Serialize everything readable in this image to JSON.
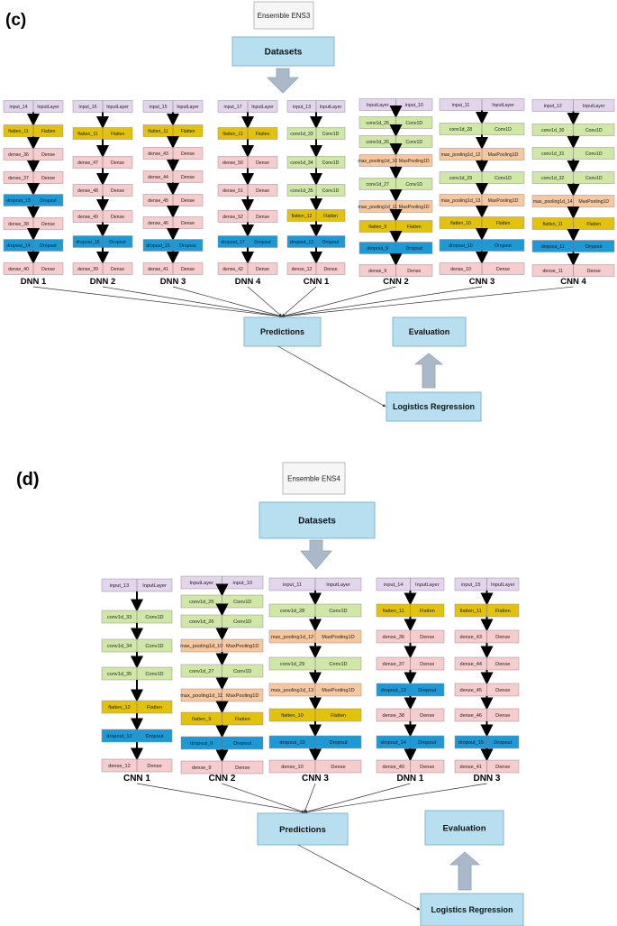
{
  "panels": [
    {
      "letter": "(c)",
      "ensemble": "Ensemble ENS3",
      "datasets": "Datasets",
      "predictions": "Predictions",
      "evaluation": "Evaluation",
      "logistics": "Logistics Regression",
      "models": [
        {
          "name": "DNN 1",
          "layers": [
            [
              "input_14",
              "InputLayer",
              "in"
            ],
            [
              "flatten_11",
              "Flatten",
              "fl"
            ],
            [
              "dense_36",
              "Dense",
              "de"
            ],
            [
              "dense_37",
              "Dense",
              "de"
            ],
            [
              "dropout_13",
              "Dropout",
              "dr"
            ],
            [
              "dense_38",
              "Dense",
              "de"
            ],
            [
              "dropout_14",
              "Dropout",
              "dr"
            ],
            [
              "dense_40",
              "Dense",
              "de"
            ]
          ]
        },
        {
          "name": "DNN 2",
          "layers": [
            [
              "input_16",
              "InputLayer",
              "in"
            ],
            [
              "flatten_11",
              "Flatten",
              "fl"
            ],
            [
              "dense_47",
              "Dense",
              "de"
            ],
            [
              "dense_48",
              "Dense",
              "de"
            ],
            [
              "dense_49",
              "Dense",
              "de"
            ],
            [
              "dropout_16",
              "Dropout",
              "dr"
            ],
            [
              "dense_39",
              "Dense",
              "de"
            ]
          ]
        },
        {
          "name": "DNN 3",
          "layers": [
            [
              "input_15",
              "InputLayer",
              "in"
            ],
            [
              "flatten_11",
              "Flatten",
              "fl"
            ],
            [
              "dense_43",
              "Dense",
              "de"
            ],
            [
              "dense_44",
              "Dense",
              "de"
            ],
            [
              "dense_45",
              "Dense",
              "de"
            ],
            [
              "dense_46",
              "Dense",
              "de"
            ],
            [
              "dropout_15",
              "Dropout",
              "dr"
            ],
            [
              "dense_41",
              "Dense",
              "de"
            ]
          ]
        },
        {
          "name": "DNN 4",
          "layers": [
            [
              "input_17",
              "InputLayer",
              "in"
            ],
            [
              "flatten_11",
              "Flatten",
              "fl"
            ],
            [
              "dense_50",
              "Dense",
              "de"
            ],
            [
              "dense_51",
              "Dense",
              "de"
            ],
            [
              "dense_52",
              "Dense",
              "de"
            ],
            [
              "dropout_17",
              "Dropout",
              "dr"
            ],
            [
              "dense_42",
              "Dense",
              "de"
            ]
          ]
        },
        {
          "name": "CNN 1",
          "layers": [
            [
              "input_13",
              "InputLayer",
              "in"
            ],
            [
              "conv1d_33",
              "Conv1D",
              "cv"
            ],
            [
              "conv1d_34",
              "Conv1D",
              "cv"
            ],
            [
              "conv1d_35",
              "Conv1D",
              "cv"
            ],
            [
              "flatten_12",
              "Flatten",
              "fl"
            ],
            [
              "dropout_12",
              "Dropout",
              "dr"
            ],
            [
              "dense_12",
              "Dense",
              "de"
            ]
          ]
        },
        {
          "name": "CNN 2",
          "layers": [
            [
              "InputLayer",
              "input_10",
              "in"
            ],
            [
              "conv1d_25",
              "Conv1D",
              "cv"
            ],
            [
              "conv1d_26",
              "Conv1D",
              "cv"
            ],
            [
              "max_pooling1d_10",
              "MaxPooling1D",
              "mp"
            ],
            [
              "conv1d_27",
              "Conv1D",
              "cv"
            ],
            [
              "max_pooling1d_11",
              "MaxPooling1D",
              "mp"
            ],
            [
              "flatten_9",
              "Flatten",
              "fl"
            ],
            [
              "dropout_9",
              "Dropout",
              "dr"
            ],
            [
              "dense_9",
              "Dense",
              "de"
            ]
          ]
        },
        {
          "name": "CNN 3",
          "layers": [
            [
              "input_11",
              "InputLayer",
              "in"
            ],
            [
              "conv1d_28",
              "Conv1D",
              "cv"
            ],
            [
              "max_pooling1d_12",
              "MaxPooling1D",
              "mp"
            ],
            [
              "conv1d_29",
              "Conv1D",
              "cv"
            ],
            [
              "max_pooling1d_13",
              "MaxPooling1D",
              "mp"
            ],
            [
              "flatten_10",
              "Flatten",
              "fl"
            ],
            [
              "dropout_10",
              "Dropout",
              "dr"
            ],
            [
              "dense_10",
              "Dense",
              "de"
            ]
          ]
        },
        {
          "name": "CNN 4",
          "layers": [
            [
              "input_12",
              "InputLayer",
              "in"
            ],
            [
              "conv1d_30",
              "Conv1D",
              "cv"
            ],
            [
              "conv1d_31",
              "Conv1D",
              "cv"
            ],
            [
              "conv1d_32",
              "Conv1D",
              "cv"
            ],
            [
              "max_pooling1d_14",
              "MaxPooling1D",
              "mp"
            ],
            [
              "flatten_11",
              "Flatten",
              "fl"
            ],
            [
              "dropout_11",
              "Dropout",
              "dr"
            ],
            [
              "dense_11",
              "Dense",
              "de"
            ]
          ]
        }
      ]
    },
    {
      "letter": "(d)",
      "ensemble": "Ensemble ENS4",
      "datasets": "Datasets",
      "predictions": "Predictions",
      "evaluation": "Evaluation",
      "logistics": "Logistics Regression",
      "models": [
        {
          "name": "CNN 1",
          "layers": [
            [
              "input_13",
              "InputLayer",
              "in"
            ],
            [
              "conv1d_33",
              "Conv1D",
              "cv"
            ],
            [
              "conv1d_34",
              "Conv1D",
              "cv"
            ],
            [
              "conv1d_35",
              "Conv1D",
              "cv"
            ],
            [
              "flatten_12",
              "Flatten",
              "fl"
            ],
            [
              "dropout_12",
              "Dropout",
              "dr"
            ],
            [
              "dense_12",
              "Dense",
              "de"
            ]
          ]
        },
        {
          "name": "CNN 2",
          "layers": [
            [
              "InputLayer",
              "input_10",
              "in"
            ],
            [
              "conv1d_25",
              "Conv1D",
              "cv"
            ],
            [
              "conv1d_26",
              "Conv1D",
              "cv"
            ],
            [
              "max_pooling1d_10",
              "MaxPooling1D",
              "mp"
            ],
            [
              "conv1d_27",
              "Conv1D",
              "cv"
            ],
            [
              "max_pooling1d_11",
              "MaxPooling1D",
              "mp"
            ],
            [
              "flatten_9",
              "Flatten",
              "fl"
            ],
            [
              "dropout_9",
              "Dropout",
              "dr"
            ],
            [
              "dense_9",
              "Dense",
              "de"
            ]
          ]
        },
        {
          "name": "CNN 3",
          "layers": [
            [
              "input_11",
              "InputLayer",
              "in"
            ],
            [
              "conv1d_28",
              "Conv1D",
              "cv"
            ],
            [
              "max_pooling1d_12",
              "MaxPooling1D",
              "mp"
            ],
            [
              "conv1d_29",
              "Conv1D",
              "cv"
            ],
            [
              "max_pooling1d_13",
              "MaxPooling1D",
              "mp"
            ],
            [
              "flatten_10",
              "Flatten",
              "fl"
            ],
            [
              "dropout_10",
              "Dropout",
              "dr"
            ],
            [
              "dense_10",
              "Dense",
              "de"
            ]
          ]
        },
        {
          "name": "DNN 1",
          "layers": [
            [
              "input_14",
              "InputLayer",
              "in"
            ],
            [
              "flatten_11",
              "Flatten",
              "fl"
            ],
            [
              "dense_36",
              "Dense",
              "de"
            ],
            [
              "dense_37",
              "Dense",
              "de"
            ],
            [
              "dropout_13",
              "Dropout",
              "dr"
            ],
            [
              "dense_38",
              "Dense",
              "de"
            ],
            [
              "dropout_14",
              "Dropout",
              "dr"
            ],
            [
              "dense_40",
              "Dense",
              "de"
            ]
          ]
        },
        {
          "name": "DNN 3",
          "layers": [
            [
              "input_15",
              "InputLayer",
              "in"
            ],
            [
              "flatten_11",
              "Flatten",
              "fl"
            ],
            [
              "dense_43",
              "Dense",
              "de"
            ],
            [
              "dense_44",
              "Dense",
              "de"
            ],
            [
              "dense_45",
              "Dense",
              "de"
            ],
            [
              "dense_46",
              "Dense",
              "de"
            ],
            [
              "dropout_15",
              "Dropout",
              "dr"
            ],
            [
              "dense_41",
              "Dense",
              "de"
            ]
          ]
        }
      ]
    }
  ],
  "colors": {
    "in": "#e3d5ec",
    "fl": "#e2c20a",
    "de": "#f6cccc",
    "dr": "#1d9ad6",
    "cv": "#cfe8a6",
    "mp": "#f7c79d",
    "box": "#b8dff0",
    "boxBorder": "#7fb7d2",
    "arrow": "#a9b9c9",
    "ensembleBg": "#f6f6f6",
    "ensembleBorder": "#aaaaaa"
  }
}
